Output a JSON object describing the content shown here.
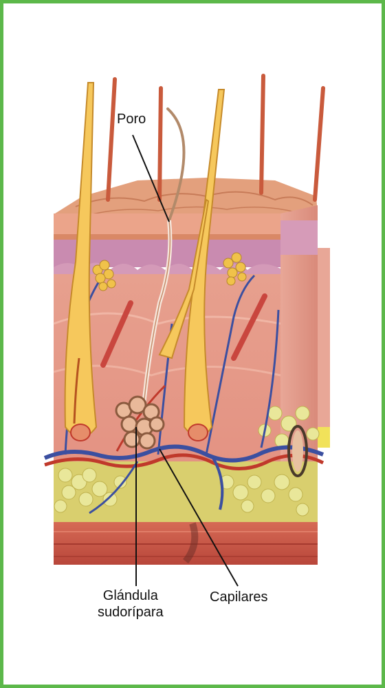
{
  "diagram": {
    "labels": {
      "poro": "Poro",
      "glandula_line1": "Glándula",
      "glandula_line2": "sudorípara",
      "capilares": "Capilares"
    },
    "colors": {
      "frame": "#5cb84a",
      "epidermis": "#e6a27e",
      "dermis": "#e89a8c",
      "fat": "#d8d66a",
      "hair": "#c95a3c",
      "vein": "#3b4fa0",
      "artery": "#c0392b"
    }
  }
}
